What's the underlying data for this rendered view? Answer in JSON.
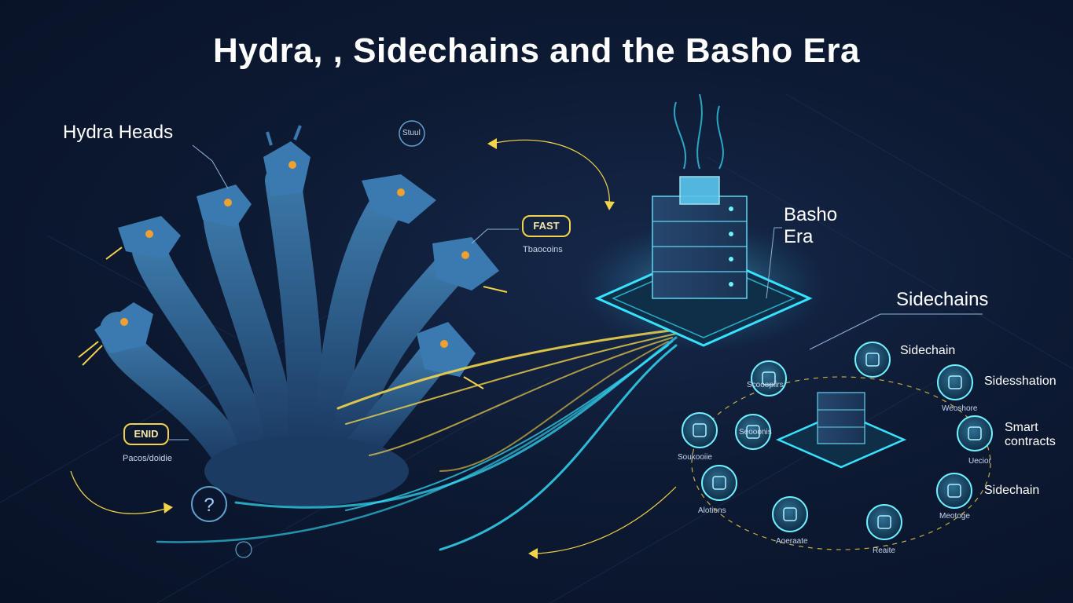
{
  "title": "Hydra,   , Sidechains and the Basho Era",
  "labels": {
    "hydra_heads": "Hydra Heads",
    "basho_line1": "Basho",
    "basho_line2": "Era",
    "sidechains": "Sidechains",
    "fast_box": "FAST",
    "fast_caption": "Tbaocoins",
    "end_box": "ENID",
    "end_caption": "Pacos/doidie",
    "icon_bubble": "Stuul"
  },
  "nodes": [
    {
      "label": "Sidechain",
      "icon": "chain-icon"
    },
    {
      "label": "Sidesshation",
      "icon": "grid-icon"
    },
    {
      "label": "Smart contracts",
      "icon": "gear-icon"
    },
    {
      "label": "Sidechain",
      "icon": "shield-icon"
    },
    {
      "label": "Scooopiirs",
      "icon": "user-icon"
    },
    {
      "label": "Seooonis",
      "icon": "doc-icon"
    },
    {
      "label": "Soukooiie",
      "icon": "phone-icon"
    },
    {
      "label": "Alotions",
      "icon": "card-icon"
    },
    {
      "label": "Aoeraate",
      "icon": "cog-icon"
    },
    {
      "label": "Reaite",
      "icon": "monitor-icon"
    },
    {
      "label": "Meotoge",
      "icon": "mail-icon"
    },
    {
      "label": "Uecior",
      "icon": "star-icon"
    },
    {
      "label": "Weoshore",
      "icon": "link-icon"
    }
  ],
  "colors": {
    "background": "#0d1a33",
    "accent_cyan": "#35e3ff",
    "accent_yellow": "#f3d34a",
    "hydra_blue": "#2d5f8f"
  }
}
